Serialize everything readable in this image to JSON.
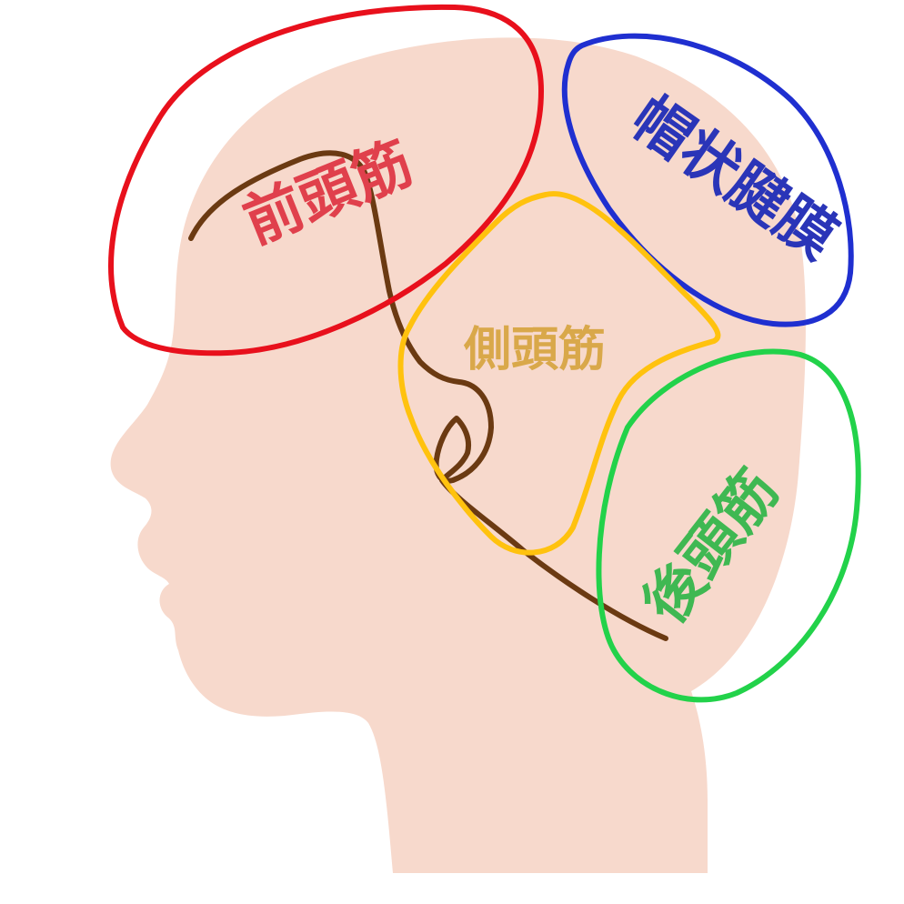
{
  "diagram": {
    "colors": {
      "background": "#ffffff",
      "skin": "#f7d9cc",
      "hairline": "#6b3a12",
      "frontalis": "#e8101c",
      "galea": "#1f2fd0",
      "temporalis": "#ffc20e",
      "occipitalis": "#22d24a"
    },
    "regions": [
      {
        "id": "frontalis",
        "label": "前頭筋",
        "label_color": "#e0404c"
      },
      {
        "id": "galea",
        "label": "帽状腱膜",
        "label_color": "#2a35b8"
      },
      {
        "id": "temporalis",
        "label": "側頭筋",
        "label_color": "#d9a84a"
      },
      {
        "id": "occipitalis",
        "label": "後頭筋",
        "label_color": "#3fb852"
      }
    ]
  }
}
